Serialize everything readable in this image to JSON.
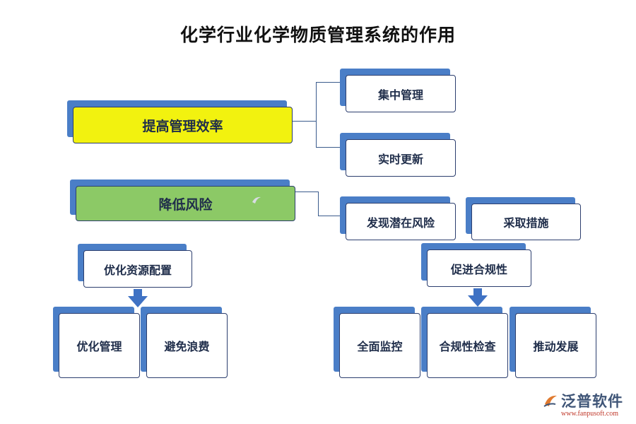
{
  "title": "化学行业化学物质管理系统的作用",
  "nodes": {
    "improve_efficiency": "提高管理效率",
    "centralized": "集中管理",
    "realtime_update": "实时更新",
    "reduce_risk": "降低风险",
    "discover_risk": "发现潜在风险",
    "take_measures": "采取措施",
    "optimize_resources": "优化资源配置",
    "optimize_management": "优化管理",
    "avoid_waste": "避免浪费",
    "promote_compliance": "促进合规性",
    "full_monitoring": "全面监控",
    "compliance_check": "合规性检查",
    "drive_development": "推动发展"
  },
  "watermark": "泛普软件",
  "logo": {
    "name": "泛普软件",
    "url": "www.fanpusoft.com"
  },
  "colors": {
    "accent_blue": "#4a7ec7",
    "yellow": "#f2f20f",
    "green": "#8cc966"
  }
}
